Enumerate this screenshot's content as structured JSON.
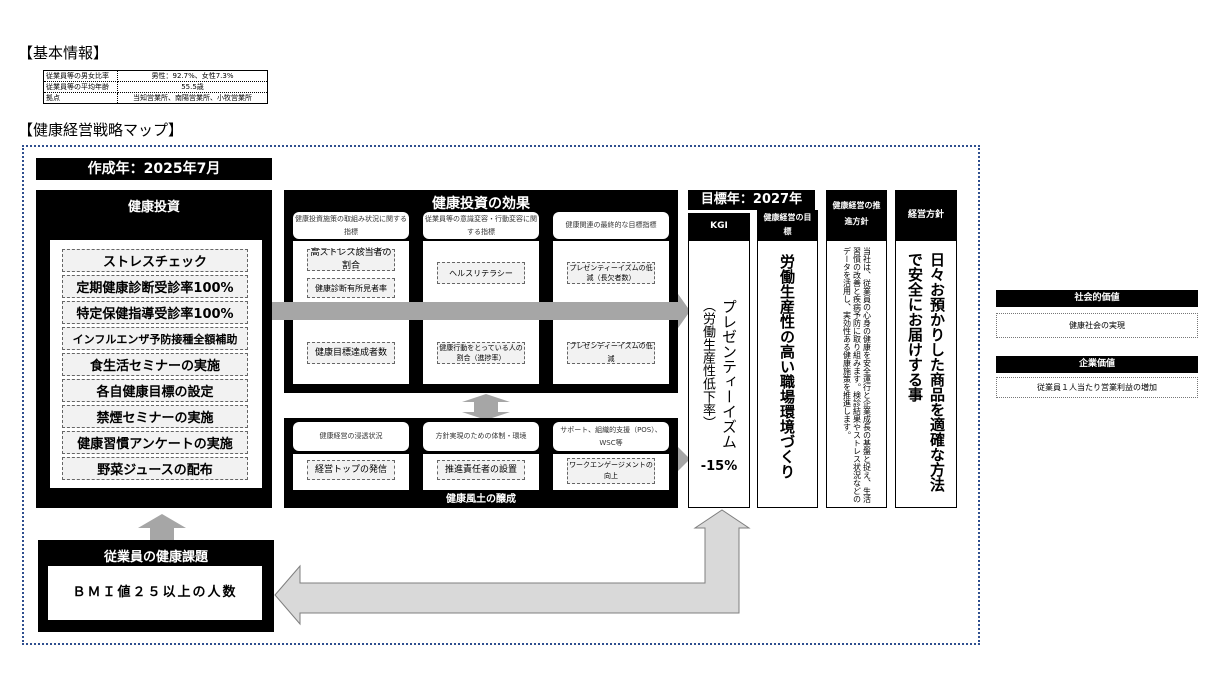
{
  "basic": {
    "title": "【基本情報】",
    "rows": [
      {
        "k": "従業員等の男女比率",
        "v": "男性：92.7%、女性7.3%"
      },
      {
        "k": "従業員等の平均年齢",
        "v": "55.5歳"
      },
      {
        "k": "拠点",
        "v": "当知営業所、南陽営業所、小牧営業所"
      }
    ]
  },
  "map_title": "【健康経営戦略マップ】",
  "created": "作成年：2025年7月",
  "investment": {
    "title": "健康投資",
    "items": [
      "ストレスチェック",
      "定期健康診断受診率100%",
      "特定保健指導受診率100%",
      "インフルエンザ予防接種全額補助",
      "食生活セミナーの実施",
      "各自健康目標の設定",
      "禁煙セミナーの実施",
      "健康習慣アンケートの実施",
      "野菜ジュースの配布"
    ]
  },
  "issue": {
    "title": "従業員の健康課題",
    "value": "ＢＭＩ値２５以上の人数"
  },
  "effects": {
    "title": "健康投資の効果",
    "labels": [
      "健康投資施策の取組み状況に関する指標",
      "従業員等の意識変容・行動変容に関する指標",
      "健康関連の最終的な目標指標"
    ],
    "col1": [
      "高ストレス該当者の割合",
      "健康診断有所見者率",
      "健康目標達成者数"
    ],
    "col2": [
      "ヘルスリテラシー",
      "健康行動をとっている人の割合（進捗率）"
    ],
    "col3": [
      "プレゼンティーイズムの低減（長欠者数）",
      "プレゼンティーイズムの低減"
    ]
  },
  "culture": {
    "title": "健康風土の醸成",
    "labels": [
      "健康経営の浸透状況",
      "方針実現のための体制・環境",
      "サポート、組織的支援（POS）、WSC等"
    ],
    "items": [
      "経営トップの発信",
      "推進責任者の設置",
      "ワークエンゲージメントの向上"
    ]
  },
  "target_year": "目標年：2027年",
  "kgi": {
    "header": "KGI",
    "text": "プレゼンティーイズム",
    "sub": "（労働生産性低下率）",
    "value": "-15%"
  },
  "goal": {
    "header": "健康経営の目標",
    "text": "労働生産性の高い職場環境づくり"
  },
  "policy": {
    "header": "健康経営の推進方針",
    "text": "当社は、従業員の心身の健康を安全運行と企業成長の基盤と捉え、生活習慣の改善と疾病予防に取り組みます。検診結果やストレス状況などのデータを活用し、実効性ある健康施策を推進します。"
  },
  "mgmt": {
    "header": "経営方針",
    "text": "日々お預かりした商品を適確な方法で安全にお届けする事"
  },
  "social": {
    "header": "社会的価値",
    "value": "健康社会の実現"
  },
  "corporate": {
    "header": "企業価値",
    "value": "従業員１人当たり営業利益の増加"
  }
}
